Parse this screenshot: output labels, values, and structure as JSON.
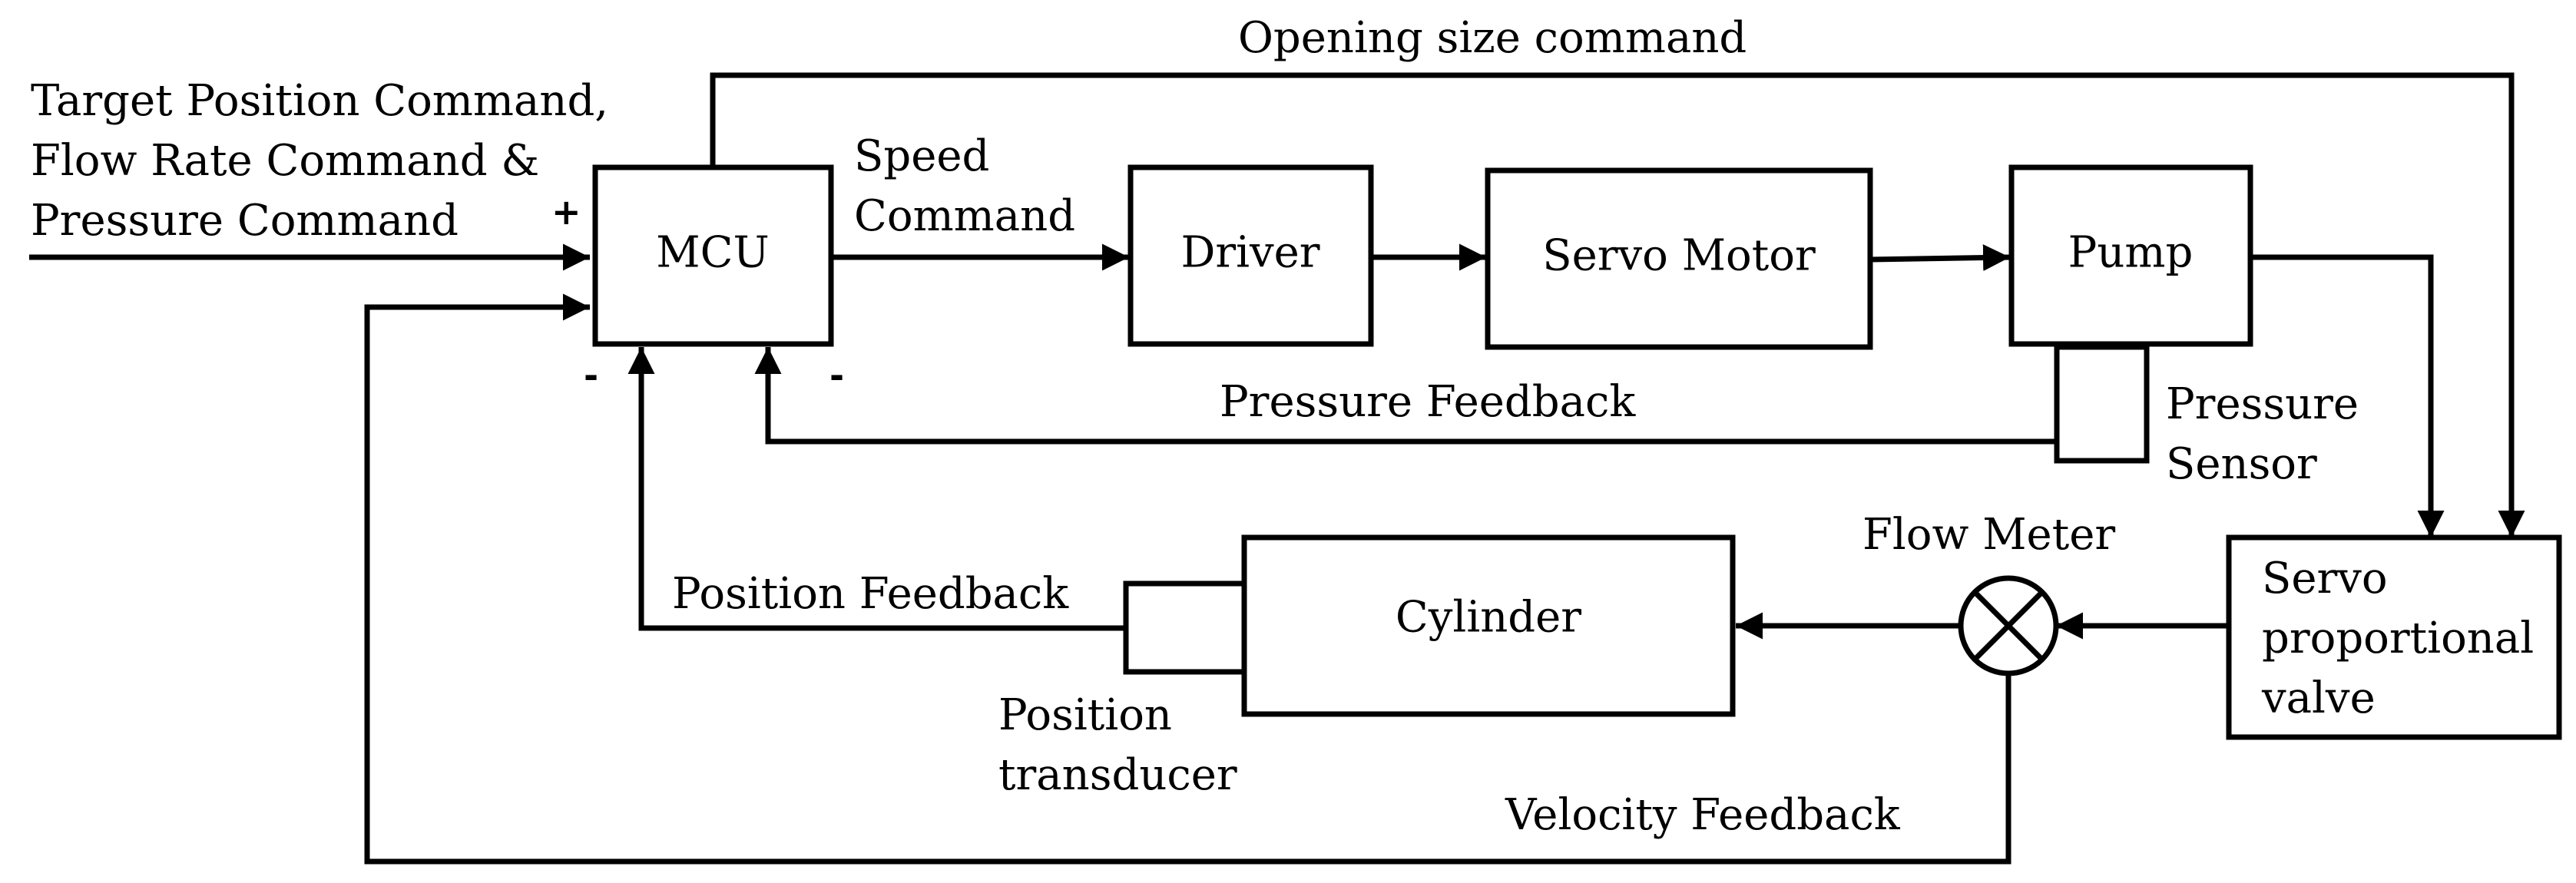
{
  "blocks": {
    "mcu": "MCU",
    "driver": "Driver",
    "servo_motor": "Servo Motor",
    "pump": "Pump",
    "cylinder": "Cylinder",
    "servo_valve": [
      "Servo",
      "proportional",
      "valve"
    ]
  },
  "labels": {
    "input_command": [
      "Target Position Command,",
      "Flow Rate Command &",
      "Pressure Command"
    ],
    "speed_command": [
      "Speed",
      "Command"
    ],
    "opening_size_command": "Opening size command",
    "pressure_feedback": "Pressure Feedback",
    "pressure_sensor": [
      "Pressure",
      "Sensor"
    ],
    "flow_meter": "Flow Meter",
    "position_feedback": "Position Feedback",
    "position_transducer": [
      "Position",
      "transducer"
    ],
    "velocity_feedback": "Velocity Feedback"
  },
  "signs": {
    "plus": "+",
    "minus_left": "-",
    "minus_right": "-"
  }
}
